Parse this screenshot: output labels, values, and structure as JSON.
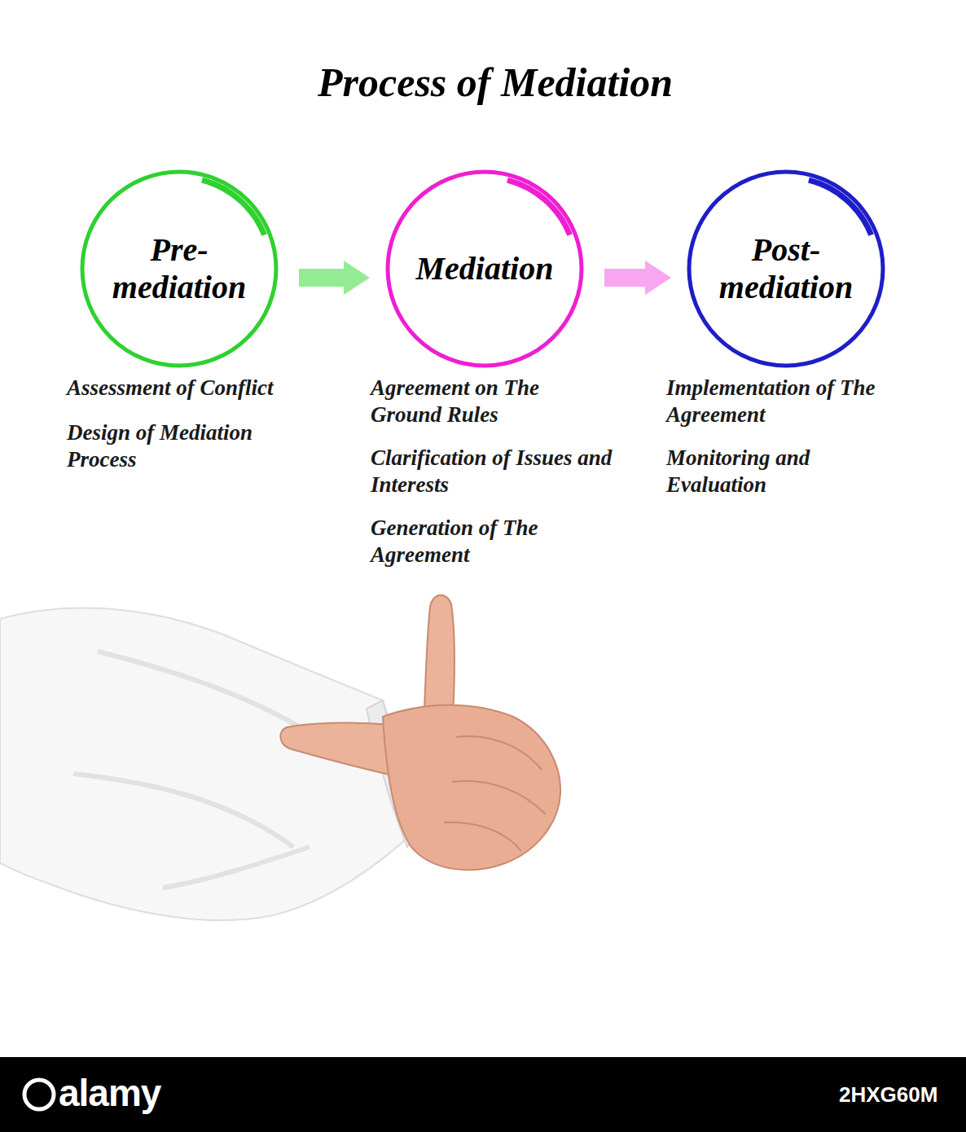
{
  "diagram": {
    "title": "Process of Mediation",
    "nodes": [
      {
        "text": [
          "Pre- mediation"
        ]
      },
      {
        "text": [
          "Mediation"
        ]
      },
      {
        "text": [
          "Post- mediation"
        ]
      }
    ],
    "edges": [
      {
        "from": 0,
        "to": 1,
        "arrow": "to"
      },
      {
        "from": 1,
        "to": 2,
        "arrow": "to"
      }
    ],
    "labels": [
      "Assessment of Conflict",
      "Design of Mediation Process",
      "Agreement on The Ground Rules",
      "Clarification of Issues and Interests",
      "Generation of The Agreement",
      "Implementation of The Agreement",
      "Monitoring and Evaluation",
      "alamy",
      "2HXG60M"
    ]
  }
}
